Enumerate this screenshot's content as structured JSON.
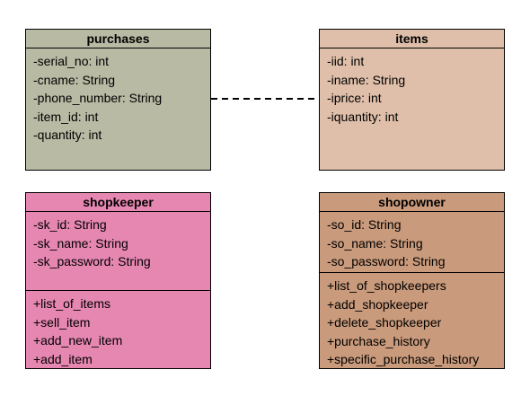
{
  "classes": {
    "purchases": {
      "name": "purchases",
      "attributes": [
        "-serial_no: int",
        "-cname: String",
        "-phone_number: String",
        "-item_id: int",
        "-quantity: int"
      ],
      "fill": "#b8baa4"
    },
    "items": {
      "name": "items",
      "attributes": [
        "-iid: int",
        "-iname: String",
        "-iprice: int",
        "-iquantity: int"
      ],
      "fill": "#dfbfa9"
    },
    "shopkeeper": {
      "name": "shopkeeper",
      "attributes": [
        "-sk_id: String",
        "-sk_name: String",
        "-sk_password: String"
      ],
      "methods": [
        "+list_of_items",
        "+sell_item",
        "+add_new_item",
        "+add_item"
      ],
      "fill": "#e687b2"
    },
    "shopowner": {
      "name": "shopowner",
      "attributes": [
        "-so_id: String",
        "-so_name: String",
        "-so_password: String"
      ],
      "methods": [
        "+list_of_shopkeepers",
        "+add_shopkeeper",
        "+delete_shopkeeper",
        "+purchase_history",
        "+specific_purchase_history"
      ],
      "fill": "#c99a7b"
    }
  },
  "connections": [
    {
      "from": "purchases",
      "to": "items",
      "style": "dashed"
    }
  ]
}
